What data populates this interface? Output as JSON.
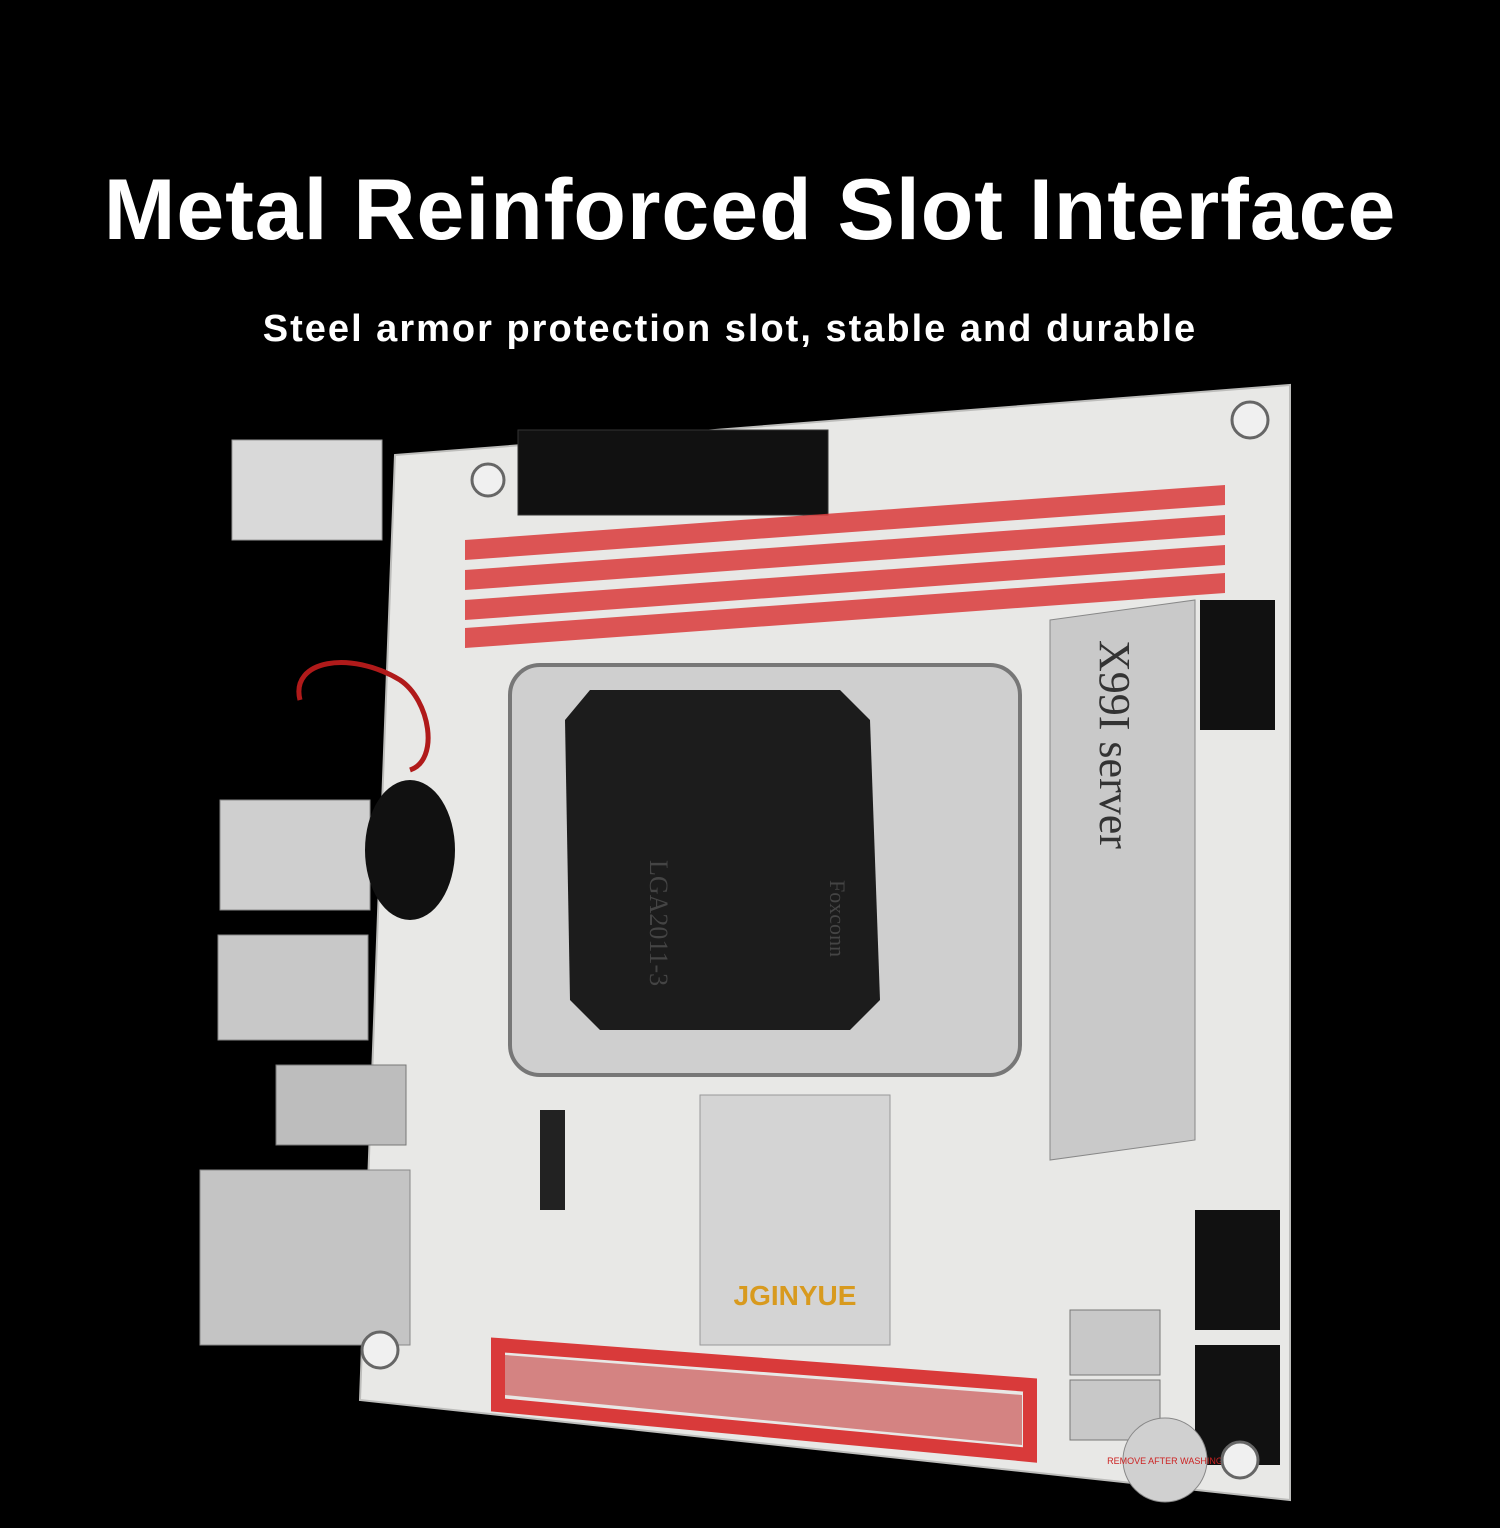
{
  "headline": "Metal Reinforced Slot Interface",
  "subheadline": "Steel armor protection slot, stable and durable",
  "product": {
    "model_label": "X99I server",
    "brand_label": "JGINYUE",
    "socket_label": "LGA2011-3",
    "socket_vendor": "Foxconn",
    "warning_label": "REMOVE AFTER WASHING",
    "highlight_color": "#d93a3a",
    "board_color": "#e8e8e6"
  }
}
